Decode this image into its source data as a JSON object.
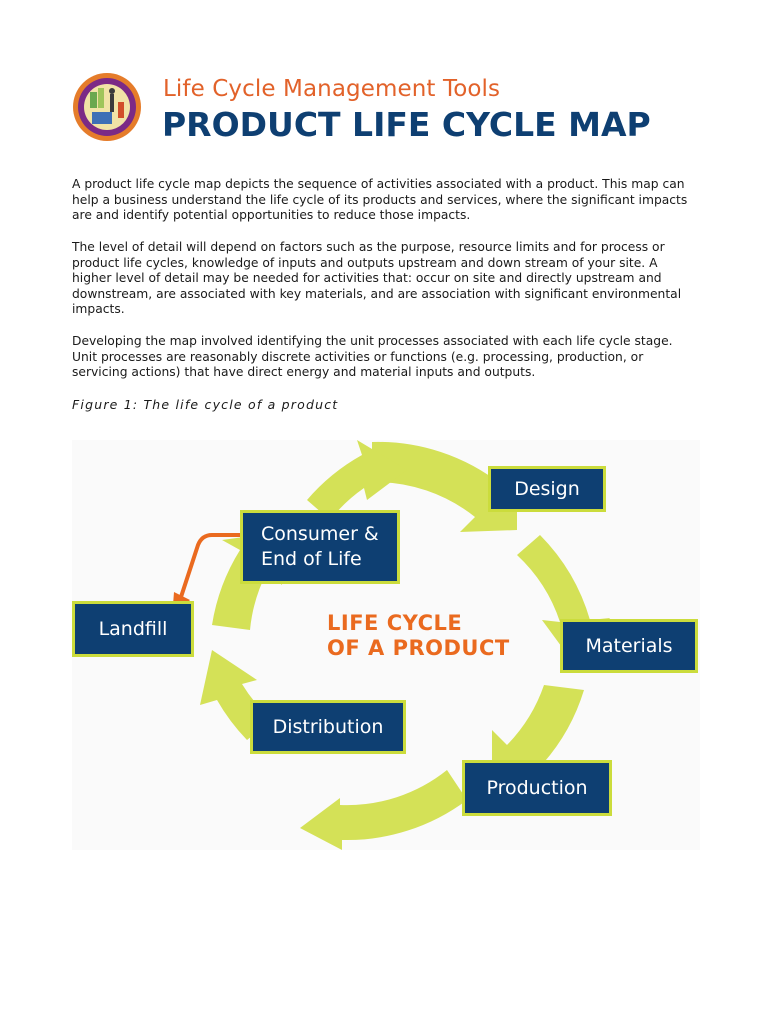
{
  "header": {
    "subtitle": "Life Cycle Management Tools",
    "title": "PRODUCT LIFE CYCLE MAP",
    "logo_icon": "life-cycle-logo-icon"
  },
  "body": {
    "paragraphs": [
      "A product life cycle map depicts the sequence of activities associated with a product. This map can help a business understand the life cycle of its products and services, where the significant impacts are and identify potential opportunities to reduce those impacts.",
      "The level of detail will depend on factors such as the purpose, resource limits and for process or product life cycles, knowledge of inputs and outputs upstream and down stream of your site. A higher level of detail may be needed for activities that: occur on site and directly upstream and downstream, are associated with key materials, and are association with significant environmental impacts.",
      "Developing the map involved identifying the unit processes associated with each life cycle stage. Unit processes are reasonably discrete activities or functions (e.g. processing, production, or servicing actions) that have direct energy and material inputs and outputs."
    ],
    "figure_caption": "Figure 1: The life cycle of a product"
  },
  "diagram": {
    "center_label_line1": "LIFE CYCLE",
    "center_label_line2": "OF A PRODUCT",
    "stages": {
      "design": "Design",
      "materials": "Materials",
      "production": "Production",
      "distribution": "Distribution",
      "consumer_line1": "Consumer &",
      "consumer_line2": "End of Life",
      "landfill": "Landfill"
    },
    "colors": {
      "box_fill": "#0e3f72",
      "box_border": "#cbdc3c",
      "ring": "#d4e157",
      "arrow": "#ea6a1f",
      "center_text": "#ea6a1f"
    }
  }
}
